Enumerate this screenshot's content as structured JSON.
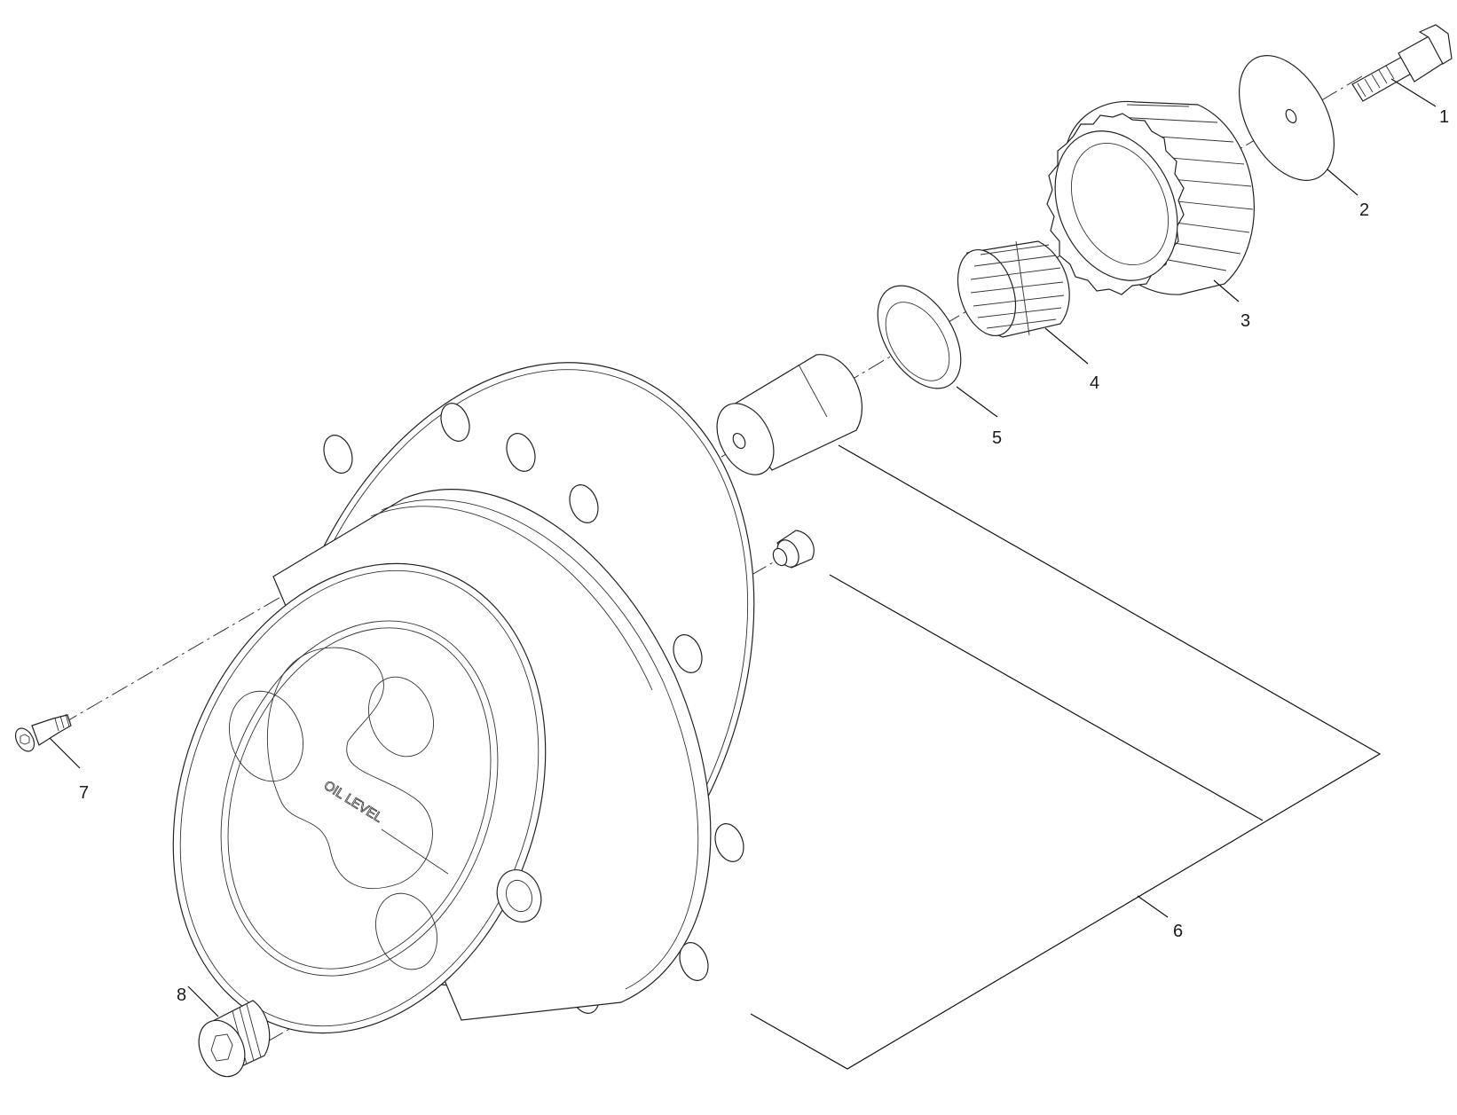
{
  "diagram": {
    "callouts": [
      {
        "id": "1",
        "label": "1"
      },
      {
        "id": "2",
        "label": "2"
      },
      {
        "id": "3",
        "label": "3"
      },
      {
        "id": "4",
        "label": "4"
      },
      {
        "id": "5",
        "label": "5"
      },
      {
        "id": "6",
        "label": "6"
      },
      {
        "id": "7",
        "label": "7"
      },
      {
        "id": "8",
        "label": "8"
      }
    ],
    "embossed_text": "OIL LEVEL"
  }
}
